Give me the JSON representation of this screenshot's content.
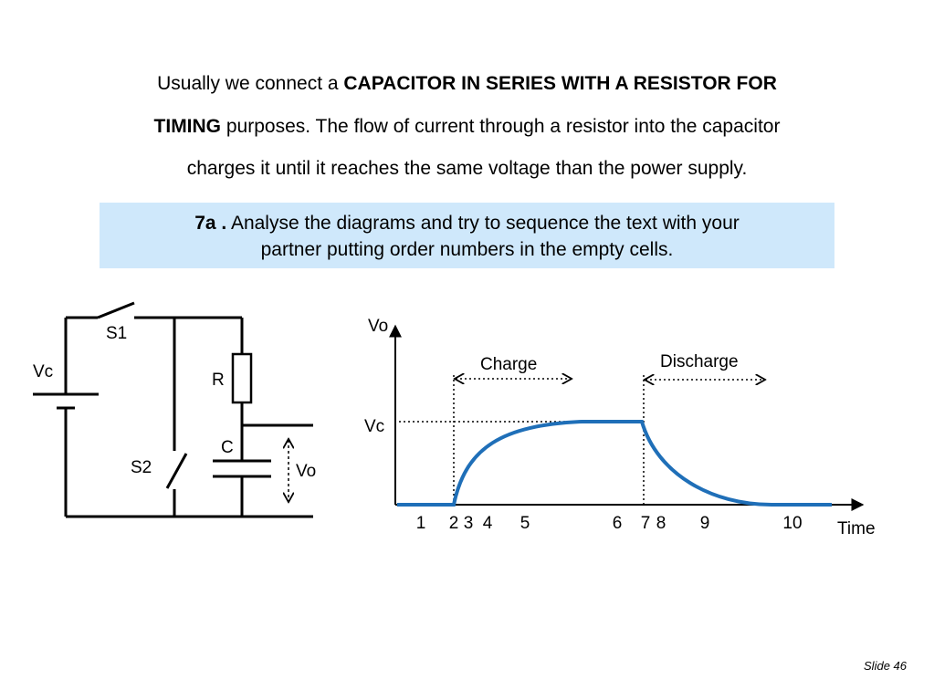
{
  "intro": {
    "line1_plain": "Usually we connect a ",
    "line1_bold": "CAPACITOR IN SERIES WITH A RESISTOR FOR",
    "line2_bold": "TIMING",
    "line2_plain": " purposes. The flow of current through a resistor into the capacitor",
    "line3_plain": "charges it until it reaches the same voltage than the power supply."
  },
  "task": {
    "number": "7a .",
    "line1": " Analyse the diagrams and try to sequence the text with your",
    "line2": "partner putting order numbers in the empty cells."
  },
  "circuit": {
    "switch1": "S1",
    "switch2": "S2",
    "supply": "Vc",
    "resistor": "R",
    "capacitor": "C",
    "output": "Vo"
  },
  "graph": {
    "y_axis": "Vo",
    "x_axis": "Time",
    "vc_level": "Vc",
    "charge": "Charge",
    "discharge": "Discharge",
    "ticks": [
      "1",
      "2",
      "3",
      "4",
      "5",
      "6",
      "7",
      "8",
      "9",
      "10"
    ],
    "curve_color": "#1f6fb8"
  },
  "footer": {
    "slide_label": "Slide 46"
  }
}
